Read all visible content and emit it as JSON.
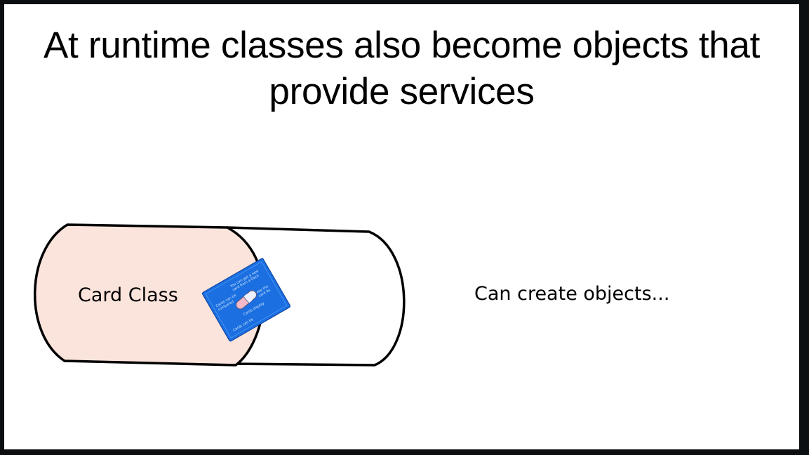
{
  "slide": {
    "title_lines": [
      "At runtime classes also become objects that",
      "provide services"
    ]
  },
  "diagram": {
    "class_label": "Card Class",
    "caption": "Can create objects...",
    "card_icon": "pill-icon",
    "colors": {
      "class_fill": "#fbe4dc",
      "outline": "#000000",
      "card_blue": "#1b6fe0",
      "pill_pink": "#f3b9c8"
    }
  }
}
